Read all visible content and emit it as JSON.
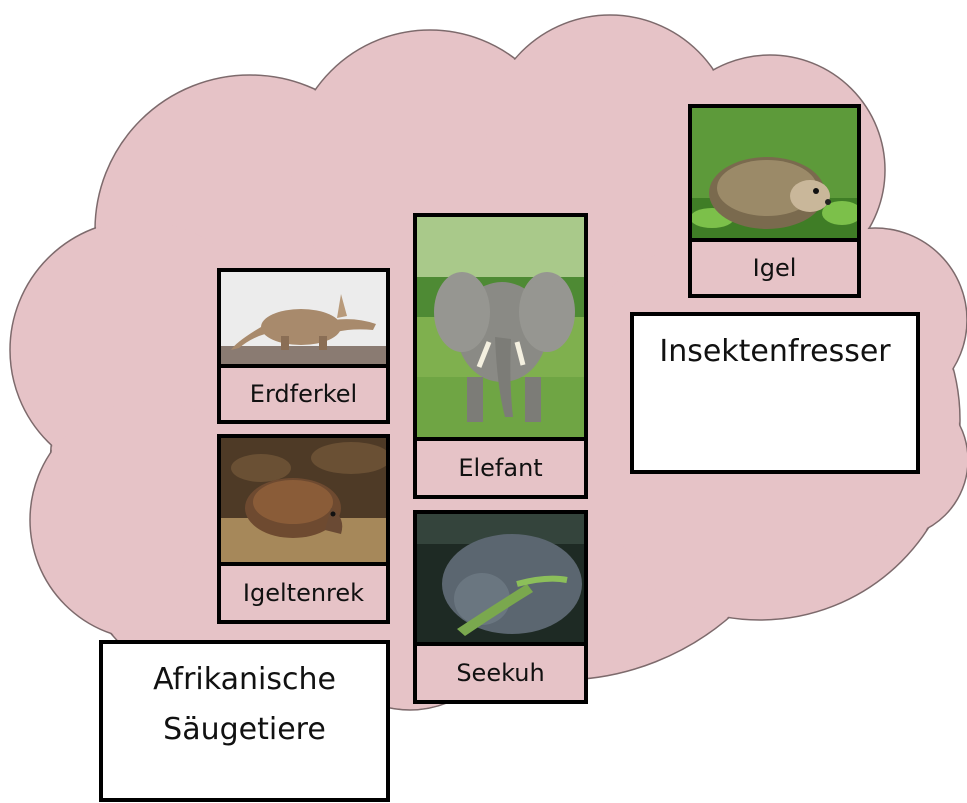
{
  "cloud_color": "#e6c3c7",
  "animals": {
    "igel": {
      "label": "Igel",
      "icon": "hedgehog-photo"
    },
    "erdferkel": {
      "label": "Erdferkel",
      "icon": "aardvark-photo"
    },
    "elefant": {
      "label": "Elefant",
      "icon": "elephant-photo"
    },
    "igeltenrek": {
      "label": "Igeltenrek",
      "icon": "tenrec-photo"
    },
    "seekuh": {
      "label": "Seekuh",
      "icon": "manatee-photo"
    }
  },
  "groups": {
    "insektenfresser": "Insektenfresser",
    "afrikanische_line1": "Afrikanische",
    "afrikanische_line2": "Säugetiere"
  }
}
